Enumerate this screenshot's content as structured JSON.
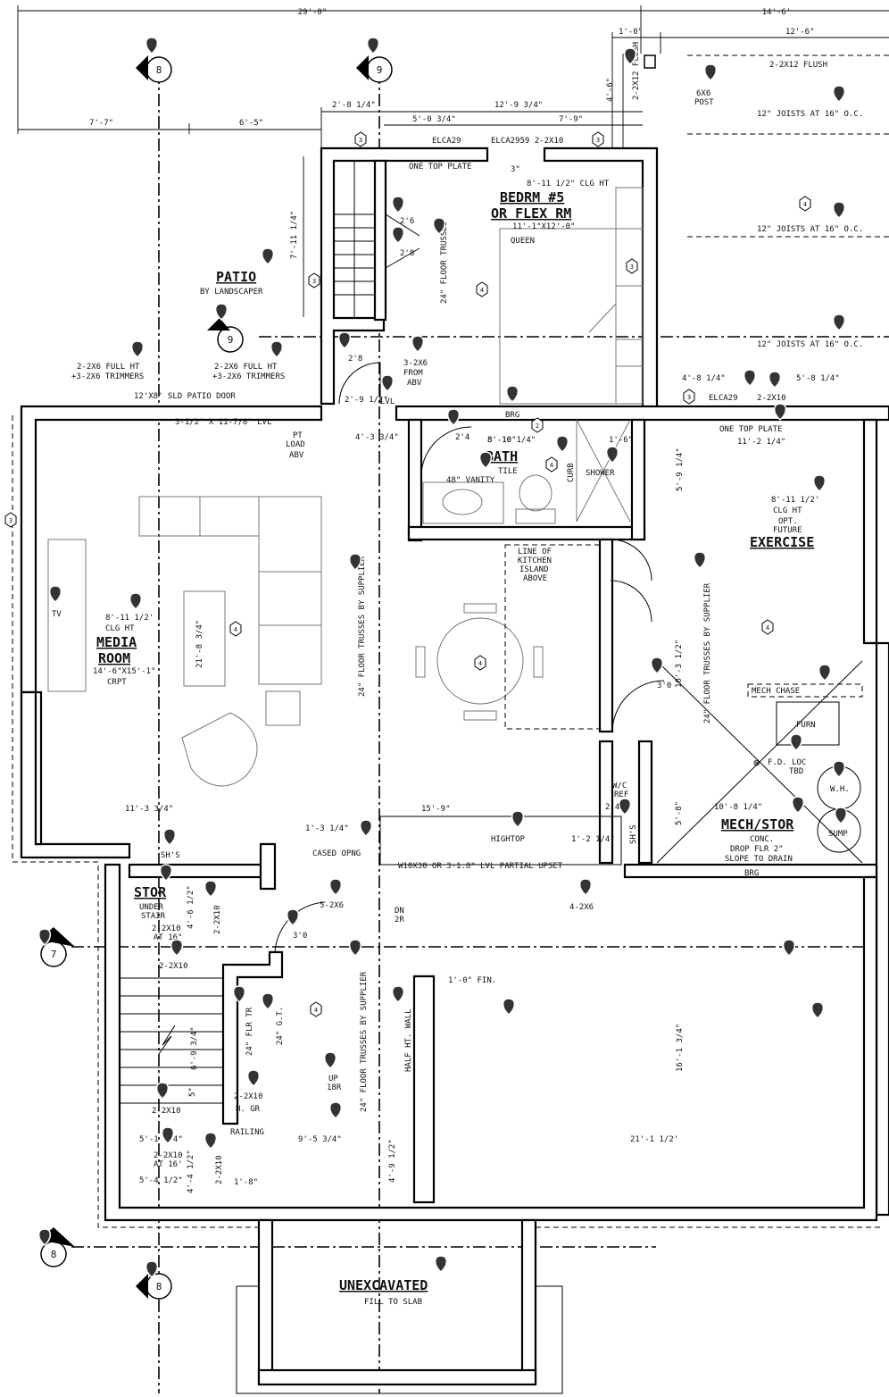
{
  "dimensions": {
    "top_overall_left": "29'-0\"",
    "top_overall_right": "14'-6'",
    "d_1_0": "1'-0\"",
    "d_12_6": "12'-6\"",
    "d_7_7": "7'-7\"",
    "d_6_5": "6'-5\"",
    "d_2_8_1_4": "2'-8 1/4\"",
    "d_12_9_3_4": "12'-9 3/4\"",
    "d_5_0_3_4": "5'-0 3/4\"",
    "d_7_9": "7'-9\"",
    "d_4_6": "4'-6\"",
    "d_7_11_1_4": "7'-11 1/4\"",
    "d_3": "3\"",
    "d_2_9_1_2": "2'-9 1/2\"",
    "d_4_3_3_4": "4'-3 3/4\"",
    "d_8_10": "8'-10\"",
    "d_1_6": "1'-6\"",
    "d_5_9_1_4": "5'-9 1/4\"",
    "d_4_8_1_4": "4'-8 1/4\"",
    "d_5_8_1_4": "5'-8 1/4\"",
    "d_11_2_1_4": "11'-2 1/4\"",
    "d_10_3_1_2": "10'-3 1/2\"",
    "d_21_8_3_4": "21'-8 3/4\"",
    "d_11_3_3_4": "11'-3 3/4\"",
    "d_1_3_1_4": "1'-3 1/4\"",
    "d_15_9": "15'-9\"",
    "d_1_2_1_4": "1'-2 1/4\"",
    "d_5_8": "5'-8\"",
    "d_10_8_1_4": "10'-8 1/4\"",
    "d_4_6_1_2": "4'-6 1/2\"",
    "d_6_9_3_4": "6'-9 3/4\"",
    "d_5": "5\"",
    "d_5_1_1_4": "5'-1 1/4\"",
    "d_4_4_1_2": "4'-4 1/2\"",
    "d_5_4_1_2": "5'-4 1/2\"",
    "d_1_8": "1'-8\"",
    "d_9_5_3_4": "9'-5 3/4\"",
    "d_4_9_1_2": "4'-9 1/2\"",
    "d_21_1_1_2": "21'-1 1/2'",
    "d_16_1_3_4": "16'-1 3/4\"",
    "d_1_0_fin": "1'-0\" FIN."
  },
  "notes": {
    "flush_2x12": "2-2X12 FLUSH",
    "flush_vert": "2-2X12 FLUSH",
    "post": "6X6",
    "post2": "POST",
    "joists": "12\" JOISTS AT 16\" O.C.",
    "elca_a": "ELCA29",
    "elca_b": "ELCA2959 2-2X10",
    "one_top_plate": "ONE TOP PLATE",
    "one_top_plate2": "ONE TOP PLATE",
    "full_ht_a1": "2-2X6 FULL HT",
    "full_ht_a2": "+3-2X6 TRIMMERS",
    "full_ht_b1": "2-2X6 FULL HT",
    "full_ht_b2": "+3-2X6 TRIMMERS",
    "sliding_door": "12'X8' SLD PATIO DOOR",
    "lvl": "3-1/2\" X 11-7/8\" LVL",
    "pt_load1": "PT",
    "pt_load2": "LOAD",
    "pt_load3": "ABV",
    "from_abv1": "3-2X6",
    "from_abv2": "FROM",
    "from_abv3": "ABV",
    "lvl2": "LVL",
    "brg": "BRG",
    "brg2": "BRG",
    "elca_c": "ELCA29",
    "elca_d": "2-2X10",
    "floor_trusses": "24\" FLOOR TRUSSES",
    "floor_trusses_supplier": "24\" FLOOR TRUSSES BY SUPPLIER",
    "kitchen_island1": "LINE OF",
    "kitchen_island2": "KITCHEN",
    "kitchen_island3": "ISLAND",
    "kitchen_island4": "ABOVE",
    "hightop": "HIGHTOP",
    "cased_opng": "CASED OPNG",
    "beam": "W10X30 OR 3-1.8\" LVL PARTIAL UPSET",
    "post_5": "5-2X6",
    "post_4": "4-2X6",
    "dn1": "DN",
    "dn2": "2R",
    "up1": "UP",
    "up2": "18R",
    "half_ht_wall": "HALF HT. WALL",
    "flr_tr": "24\" FLR TR",
    "gt": "24\" G.T.",
    "railing": "RAILING",
    "hgr": "H. GR",
    "x2x10_a": "2-2X10",
    "x2x10_b": "2-2X10",
    "x2x10_c": "2-2X10",
    "x2x10_d": "2-2X10",
    "x2x10_e": "2-2X10",
    "x2x10_at16a": "2-2X10",
    "x2x10_at16b": "AT 16\"",
    "x2x10_at16c": "2-2X10",
    "x2x10_at16d": "AT 16'",
    "shs": "SH'S",
    "shs2": "SH'S",
    "mech_chase": "MECH CHASE",
    "furn": "FURN",
    "fd_loc1": "F.D. LOC",
    "fd_loc2": "TBD",
    "wh": "W.H.",
    "sump": "SUMP",
    "wc_ref1": "W/C",
    "wc_ref2": "REF",
    "vanity": "48\" VANITY",
    "tile": "TILE",
    "curb": "CURB",
    "shower": "SHOWER",
    "queen": "QUEEN",
    "tv": "TV",
    "dim_2_6": "2'6",
    "dim_2_8": "2'8",
    "dim_2_8b": "2'8",
    "dim_2_4": "2'4",
    "dim_3_0": "3'0",
    "dim_3_0b": "3'0"
  },
  "rooms": {
    "patio": "PATIO",
    "patio_sub": "BY LANDSCAPER",
    "bedroom1": "BEDRM #5",
    "bedroom2": "OR FLEX RM",
    "bedroom_clg": "8'-11 1/2\" CLG HT",
    "bedroom_size": "11'-1\"X12'-0\"",
    "bath": "BATH",
    "bath_clg": "8'-10 1/4\"",
    "media1": "MEDIA",
    "media2": "ROOM",
    "media_clg1": "8'-11 1/2'",
    "media_clg2": "CLG HT",
    "media_size": "14'-6\"X15'-1\"",
    "media_crpt": "CRPT",
    "exercise": "EXERCISE",
    "exercise_clg1": "8'-11 1/2'",
    "exercise_clg2": "CLG HT",
    "exercise_opt1": "OPT.",
    "exercise_opt2": "FUTURE",
    "mech": "MECH/STOR",
    "mech_sub1": "CONC.",
    "mech_sub2": "DROP FLR 2\"",
    "mech_sub3": "SLOPE TO DRAIN",
    "stor": "STOR",
    "stor_sub1": "UNDER",
    "stor_sub2": "STAIR",
    "unexcavated": "UNEXCAVATED",
    "unexcavated_sub": "FILL TO SLAB"
  },
  "section_markers": {
    "top_left": "8",
    "top_mid": "9",
    "patio": "9",
    "left_7": "7",
    "left_8": "8",
    "bottom_8": "8"
  },
  "tags": {
    "t3": "3",
    "t4": "4",
    "t2": "2"
  }
}
